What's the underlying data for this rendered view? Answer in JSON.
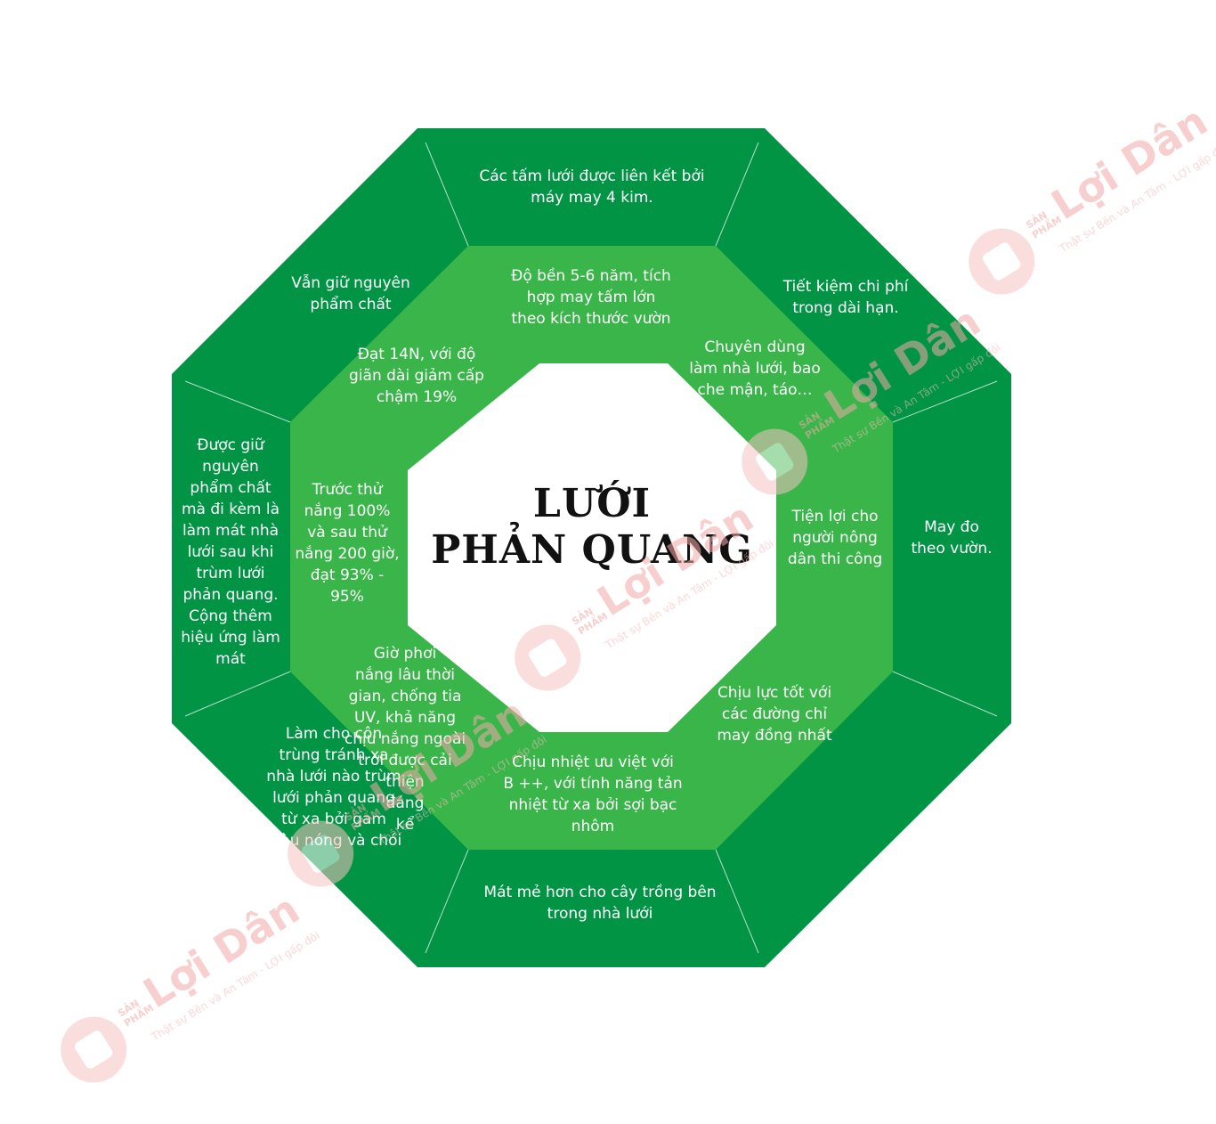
{
  "title": "LƯỚI\nPHẢN QUANG",
  "colors": {
    "outer": "#009444",
    "inner": "#39b54a",
    "center": "#ffffff",
    "text": "#ffffff",
    "title": "#111111",
    "watermark": "#f4a9a9"
  },
  "outer_ring": [
    "Các tấm lưới được liên kết bởi\nmáy may 4 kim.",
    "Tiết kiệm chi phí\ntrong dài hạn.",
    "May đo\ntheo vườn.",
    "Chịu lực tốt với\ncác đường chỉ\nmay đồng nhất",
    "Mát mẻ hơn cho cây trồng bên\ntrong nhà lưới",
    "Làm cho côn\ntrùng tránh xa\nnhà lưới nào trùm\nlưới phản quang\ntừ xa bởi gam\nmàu nóng và chói",
    "Được giữ\nnguyên\nphẩm chất\nmà đi kèm là\nlàm mát nhà\nlưới sau khi\ntrùm lưới\nphản quang.\nCộng thêm\nhiệu ứng làm\nmát",
    "Vẫn giữ nguyên\nphẩm chất"
  ],
  "inner_ring": [
    "Độ bền 5-6 năm, tích\nhợp may tấm lớn\ntheo kích thước vườn",
    "Chuyên dùng\nlàm nhà lưới, bao\nche mận, táo…",
    "Tiện lợi cho\nngười nông\ndân thi công",
    "Chịu nhiệt ưu việt với\nB ++, với tính năng tản\nnhiệt từ xa bởi sợi bạc\nnhôm",
    "Giờ phơi\nnắng lâu thời\ngian, chống tia\nUV, khả năng\nchịu nắng ngoài\ntrời được cải\nthiện\nđáng\nkể",
    "Trước thử\nnắng 100%\nvà sau thử\nnắng 200 giờ,\nđạt 93% -\n95%",
    "Đạt 14N, với độ\ngiãn dài giảm cấp\nchậm 19%"
  ],
  "watermark": {
    "small": "SẢN PHẨM",
    "brand": "Lợi Dân",
    "slogan": "Thật sự Bền và An Tâm - LỢI gấp đôi"
  }
}
